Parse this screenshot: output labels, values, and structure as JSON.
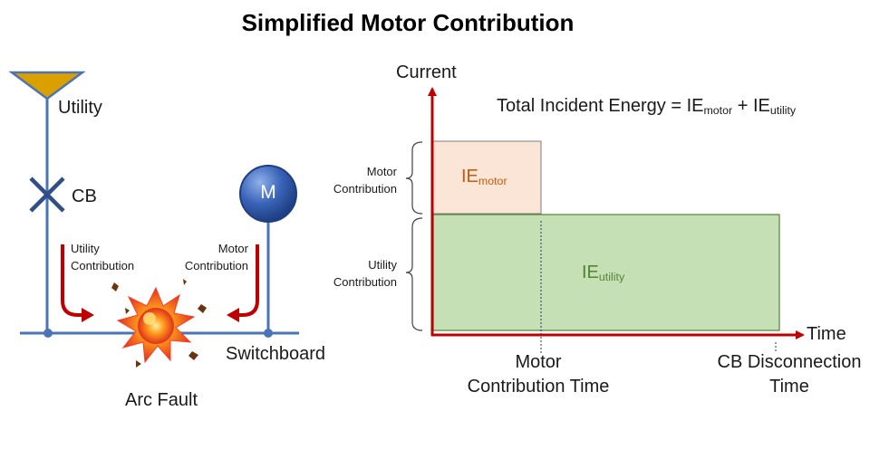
{
  "title": "Simplified Motor Contribution",
  "circuit": {
    "utility_label": "Utility",
    "cb_label": "CB",
    "motor_symbol": "M",
    "utility_contribution": [
      "Utility",
      "Contribution"
    ],
    "motor_contribution": [
      "Motor",
      "Contribution"
    ],
    "switchboard_label": "Switchboard",
    "arc_fault_label": "Arc Fault",
    "colors": {
      "line": "#4a74b6",
      "source": "#d9a000",
      "arrow": "#c00000",
      "motor": "#2f55a4"
    }
  },
  "graph": {
    "y_axis_label": "Current",
    "x_axis_label": "Time",
    "equation": {
      "prefix": "Total Incident Energy = IE",
      "sub1": "motor",
      "mid": " + IE",
      "sub2": "utility"
    },
    "motor_contribution_label": [
      "Motor",
      "Contribution"
    ],
    "utility_contribution_label": [
      "Utility",
      "Contribution"
    ],
    "ie_motor": {
      "base": "IE",
      "sub": "motor",
      "color": "#c55a11",
      "fill": "#fbe5d6"
    },
    "ie_utility": {
      "base": "IE",
      "sub": "utility",
      "color": "#548235",
      "fill": "#c5e0b4"
    },
    "x_marker_1": [
      "Motor",
      "Contribution Time"
    ],
    "x_marker_2": [
      "CB Disconnection",
      "Time"
    ],
    "axis_color": "#c00000"
  }
}
